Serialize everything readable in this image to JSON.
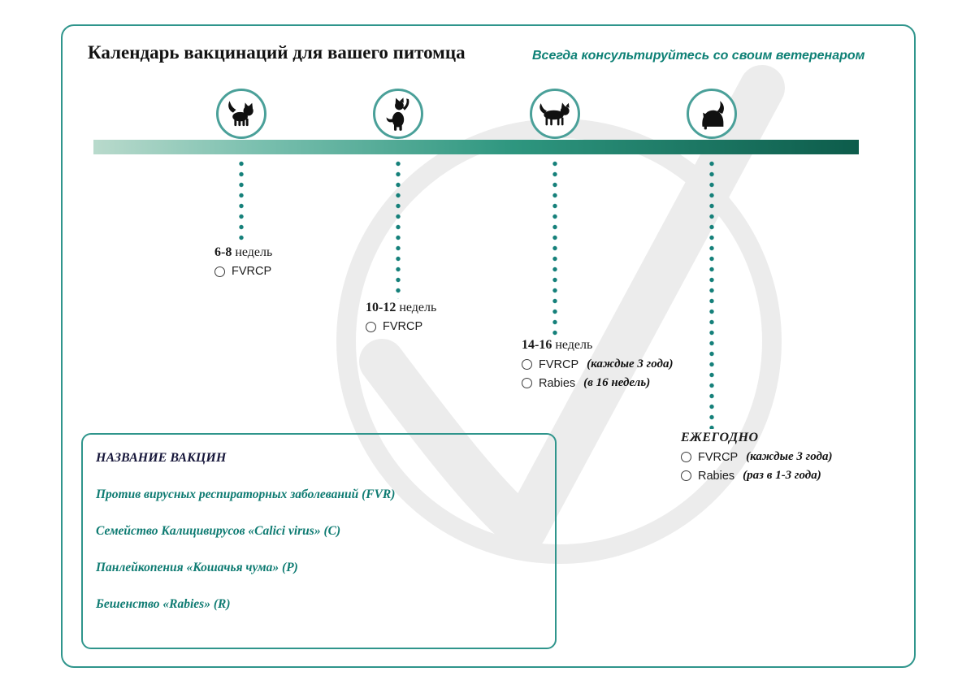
{
  "header": {
    "title": "Календарь вакцинаций для вашего питомца",
    "subtitle": "Всегда консультируйтесь со своим ветеренаром"
  },
  "timeline": {
    "milestones": [
      {
        "age": "6-8",
        "unit": "недель",
        "icon": "kitten-icon",
        "vaccines": [
          {
            "name": "FVRCP",
            "note": ""
          }
        ]
      },
      {
        "age": "10-12",
        "unit": "недель",
        "icon": "jumping-cat-icon",
        "vaccines": [
          {
            "name": "FVRCP",
            "note": ""
          }
        ]
      },
      {
        "age": "14-16",
        "unit": "недель",
        "icon": "walking-cat-icon",
        "vaccines": [
          {
            "name": "FVRCP",
            "note": "(каждые 3 года)"
          },
          {
            "name": "Rabies",
            "note": "(в 16 недель)"
          }
        ]
      },
      {
        "age": "ЕЖЕГОДНО",
        "unit": "",
        "icon": "grooming-cat-icon",
        "vaccines": [
          {
            "name": "FVRCP",
            "note": "(каждые 3 года)"
          },
          {
            "name": "Rabies",
            "note": "(раз в 1-3 года)"
          }
        ]
      }
    ]
  },
  "legend": {
    "title": "НАЗВАНИЕ ВАКЦИН",
    "items": [
      "Против вирусных респираторных заболеваний (FVR)",
      "Семейство Калицивирусов «Calici virus» (C)",
      "Панлейкопения «Кошачья чума» (P)",
      "Бешенство «Rabies» (R)"
    ]
  },
  "colors": {
    "accent_teal": "#117e72",
    "border_teal": "#2f958c",
    "bar_gradient_start": "#b9dacc",
    "bar_gradient_end": "#0d5c4b",
    "watermark_gray": "#ececec",
    "silhouette_black": "#101010"
  }
}
